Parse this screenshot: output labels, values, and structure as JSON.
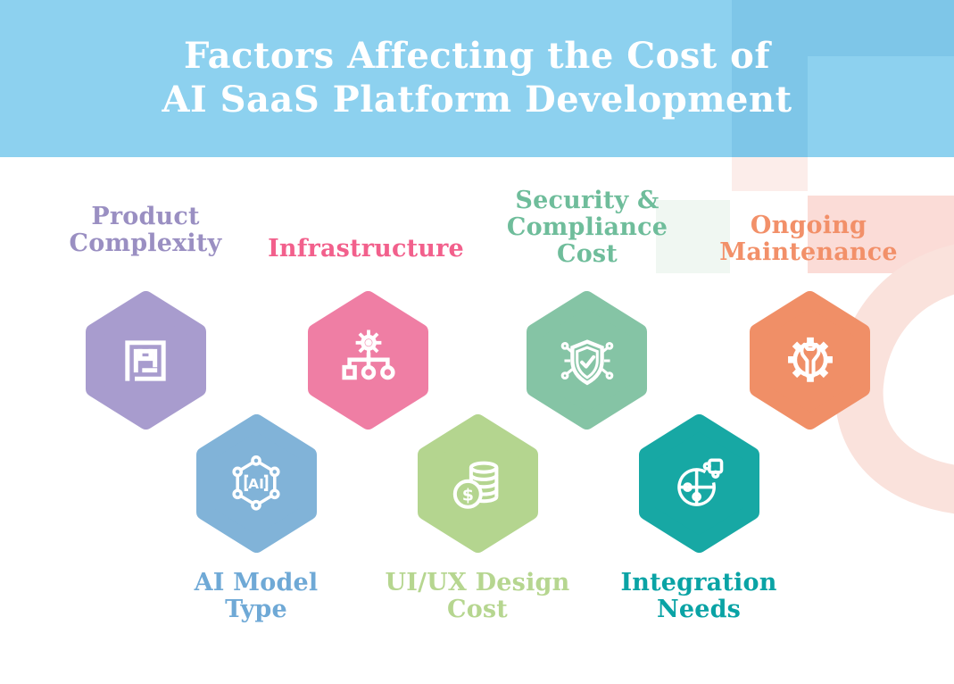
{
  "header": {
    "title_line1": "Factors Affecting the Cost of",
    "title_line2": "AI SaaS Platform Development",
    "bg_color": "#8DD1EF",
    "overlay_color": "#7EC6E8",
    "text_color": "#FFFFFF"
  },
  "decor_colors": {
    "pink_strip": "#FCEDEA",
    "pink_rect": "#FBDCD7",
    "green_square": "#F0F7F2",
    "pink_ring": "#FAE2DC"
  },
  "factors": [
    {
      "id": "product-complexity",
      "label_lines": [
        "Product",
        "Complexity"
      ],
      "label_color": "#9A8FC2",
      "hex_color": "#A89CCE",
      "icon": "maze-icon"
    },
    {
      "id": "infrastructure",
      "label_lines": [
        "Infrastructure"
      ],
      "label_color": "#F2608C",
      "hex_color": "#EF7EA4",
      "icon": "network-gear-icon"
    },
    {
      "id": "security-compliance-cost",
      "label_lines": [
        "Security &",
        "Compliance",
        "Cost"
      ],
      "label_color": "#6FBD9B",
      "hex_color": "#85C4A5",
      "icon": "shield-check-icon"
    },
    {
      "id": "ongoing-maintenance",
      "label_lines": [
        "Ongoing",
        "Maintenance"
      ],
      "label_color": "#F29069",
      "hex_color": "#F08F67",
      "icon": "gear-wrench-icon"
    },
    {
      "id": "ai-model-type",
      "label_lines": [
        "AI Model",
        "Type"
      ],
      "label_color": "#6FA9D6",
      "hex_color": "#81B3D8",
      "icon": "ai-node-icon"
    },
    {
      "id": "ui-ux-design-cost",
      "label_lines": [
        "UI/UX Design",
        "Cost"
      ],
      "label_color": "#B6D690",
      "hex_color": "#B4D58F",
      "icon": "coins-icon"
    },
    {
      "id": "integration-needs",
      "label_lines": [
        "Integration",
        "Needs"
      ],
      "label_color": "#0AA3A5",
      "hex_color": "#17A8A4",
      "icon": "globe-puzzle-icon"
    }
  ]
}
